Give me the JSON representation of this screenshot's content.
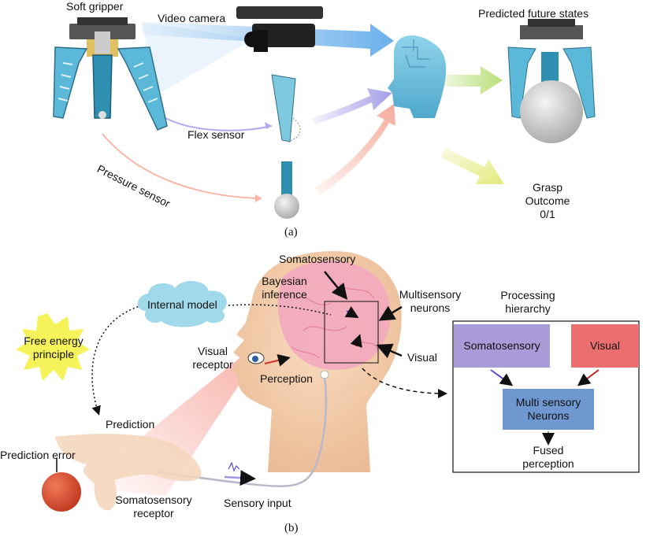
{
  "panel_a": {
    "soft_gripper": "Soft gripper",
    "video_camera": "Video camera",
    "predicted_future_states": "Predicted future  states",
    "flex_sensor": "Flex sensor",
    "pressure_sensor": "Pressure sensor",
    "grasp_outcome": [
      "Grasp",
      "Outcome",
      "0/1"
    ],
    "caption": "(a)"
  },
  "panel_b": {
    "somatosensory_top": "Somatosensory",
    "bayesian_inference": [
      "Bayesian",
      "inference"
    ],
    "multisensory_neurons": [
      "Multisensory",
      "neurons"
    ],
    "internal_model": "Internal model",
    "free_energy_principle": [
      "Free energy",
      "principle"
    ],
    "visual_receptor": [
      "Visual",
      "receptor"
    ],
    "perception": "Perception",
    "visual": "Visual",
    "prediction": "Prediction",
    "prediction_error": "Prediction error",
    "somatosensory_receptor": [
      "Somatosensory",
      "receptor"
    ],
    "sensory_input": "Sensory input",
    "caption": "(b)",
    "hierarchy": {
      "title": [
        "Processing",
        "hierarchy"
      ],
      "somatosensory_box": "Somatosensory",
      "visual_box": "Visual",
      "multi_box": [
        "Multi sensory",
        "Neurons"
      ],
      "fused": [
        "Fused",
        "perception"
      ]
    }
  },
  "colors": {
    "gripper_blue": "#5bb8d8",
    "camera_arrow": "#5aa7e8",
    "flex_arrow": "#9e98e6",
    "pressure_arrow": "#f4a795",
    "predict_arrow": "#b9e07a",
    "outcome_arrow": "#e3ea7c",
    "brain_pink": "#f2a9bf",
    "somatosensory_box": "#a99ad8",
    "visual_box": "#ec6f6f",
    "multi_box": "#6f97d0",
    "cloud": "#9fd9ea",
    "star": "#f5f25a"
  }
}
